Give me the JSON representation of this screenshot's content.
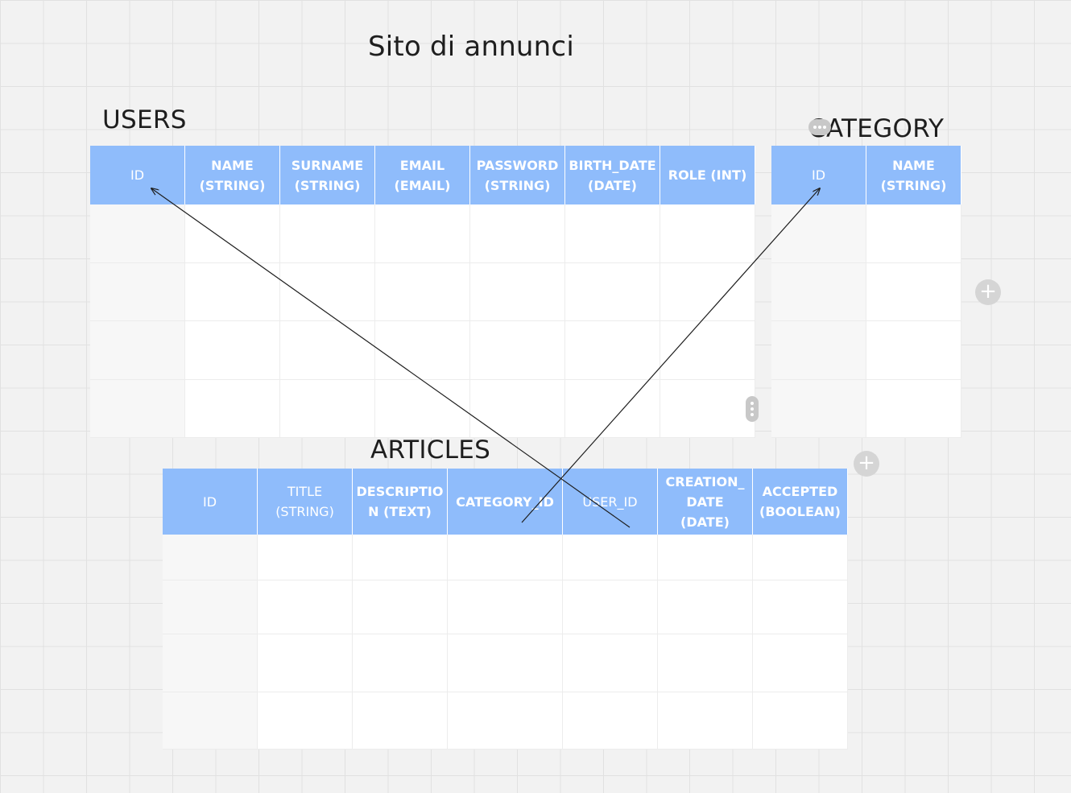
{
  "board": {
    "title": "Sito di annunci"
  },
  "tables": {
    "users": {
      "label": "USERS",
      "columns": [
        {
          "label": "ID",
          "bold": false
        },
        {
          "label": "NAME\n(STRING)",
          "bold": true
        },
        {
          "label": "SURNAME\n(STRING)",
          "bold": true
        },
        {
          "label": "EMAIL\n(EMAIL)",
          "bold": true
        },
        {
          "label": "PASSWORD\n(STRING)",
          "bold": true
        },
        {
          "label": "BIRTH_DATE\n(DATE)",
          "bold": true
        },
        {
          "label": "ROLE (INT)",
          "bold": true
        }
      ],
      "empty_rows": 4
    },
    "category": {
      "label": "CATEGORY",
      "columns": [
        {
          "label": "ID",
          "bold": false
        },
        {
          "label": "NAME\n(STRING)",
          "bold": true
        }
      ],
      "empty_rows": 4
    },
    "articles": {
      "label": "ARTICLES",
      "columns": [
        {
          "label": "ID",
          "bold": false
        },
        {
          "label": "TITLE\n(STRING)",
          "bold": false
        },
        {
          "label": "DESCRIPTIO\nN (TEXT)",
          "bold": true
        },
        {
          "label": "CATEGORY_ID",
          "bold": true
        },
        {
          "label": "USER_ID",
          "bold": false
        },
        {
          "label": "CREATION_\nDATE\n(DATE)",
          "bold": true
        },
        {
          "label": "ACCEPTED\n(BOOLEAN)",
          "bold": true
        }
      ],
      "empty_rows": 4
    }
  },
  "connectors": [
    {
      "from": "articles.USER_ID",
      "to": "users.ID"
    },
    {
      "from": "articles.CATEGORY_ID",
      "to": "category.ID"
    }
  ],
  "icons": {
    "add": "+"
  },
  "colors": {
    "header": "#8fbcfb",
    "canvas": "#f2f2f2",
    "connector": "#1e1e1e"
  }
}
